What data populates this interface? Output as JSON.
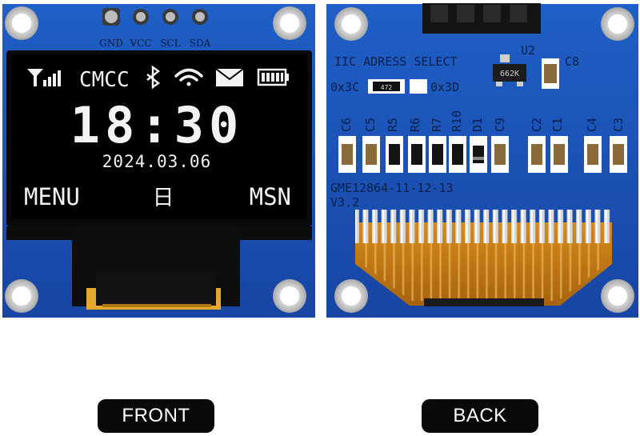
{
  "front": {
    "pins": [
      "GND",
      "VCC",
      "SCL",
      "SDA"
    ],
    "status_carrier": "CMCC",
    "time": "18:30",
    "date": "2024.03.06",
    "soft_left": "MENU",
    "soft_center": "日",
    "soft_right": "MSN",
    "icons": [
      "signal-icon",
      "bluetooth-icon",
      "wifi-icon",
      "mail-icon",
      "battery-icon"
    ]
  },
  "back": {
    "iic_label": "IIC ADRESS SELECT",
    "addr_left": "0x3C",
    "addr_right": "0x3D",
    "resistor_code": "472",
    "chip_code": "662K",
    "u2_label": "U2",
    "c8_label": "C8",
    "component_labels": [
      "C6",
      "C5",
      "R5",
      "R6",
      "R7",
      "R10",
      "D1",
      "C9",
      "C2",
      "C1",
      "C4",
      "C3"
    ],
    "board_name": "GME12864-11-12-13",
    "board_version": "V3.2"
  },
  "captions": {
    "front": "FRONT",
    "back": "BACK"
  },
  "colors": {
    "pcb": "#1a4fb4",
    "screen": "#050505",
    "flex": "#c07b16",
    "pad": "#f1c232"
  }
}
